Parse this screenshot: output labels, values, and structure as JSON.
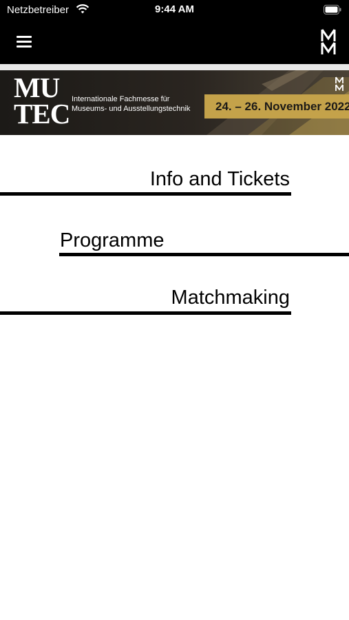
{
  "status_bar": {
    "carrier": "Netzbetreiber",
    "time": "9:44 AM",
    "wifi_icon": "wifi-icon",
    "battery_icon": "battery-icon"
  },
  "nav_bar": {
    "menu_icon": "hamburger-menu-icon",
    "logo_icon": "double-m-logo-icon",
    "background": "#000000"
  },
  "banner": {
    "brand_line1": "MU",
    "brand_line2": "TEC",
    "tagline_line1": "Internationale Fachmesse für",
    "tagline_line2": "Museums- und Ausstellungstechnik",
    "dates": "24. – 26. November 2022",
    "accent_color": "#c4a24a",
    "background": "#1c1a17"
  },
  "menu": {
    "items": [
      {
        "label": "Info and Tickets"
      },
      {
        "label": "Programme"
      },
      {
        "label": "Matchmaking"
      }
    ]
  }
}
